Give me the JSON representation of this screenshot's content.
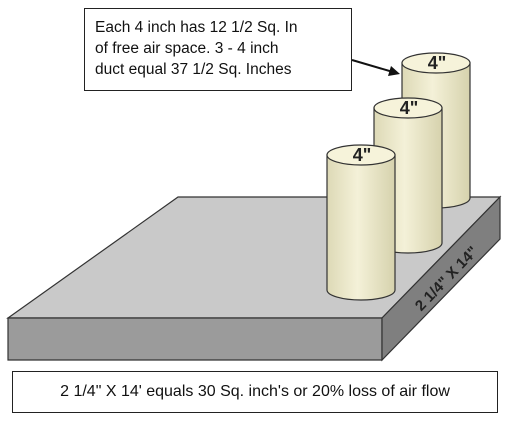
{
  "callout": {
    "lines": [
      "Each 4 inch has 12 1/2 Sq. In",
      "of free air space. 3 - 4 inch",
      "duct equal 37 1/2 Sq. Inches"
    ]
  },
  "ducts": [
    {
      "label": "4\""
    },
    {
      "label": "4\""
    },
    {
      "label": "4\""
    }
  ],
  "slab": {
    "label": "2 1/4\" X 14\""
  },
  "footer": {
    "text": "2 1/4\" X 14' equals 30 Sq. inch's or 20% loss of air flow"
  },
  "colors": {
    "slab_top": "#c8c8c8",
    "slab_front": "#9a9a9a",
    "slab_side": "#7e7e7e",
    "duct_body": "#efeccd",
    "duct_top": "#f6f3da",
    "outline": "#333333"
  }
}
